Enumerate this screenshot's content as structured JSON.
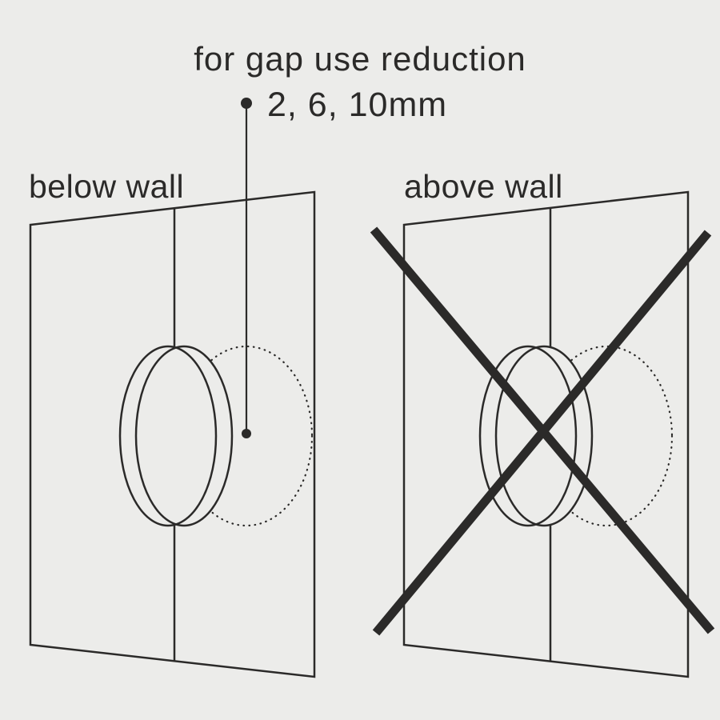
{
  "colors": {
    "ink": "#2b2a29",
    "background": "#ececea"
  },
  "annotation": {
    "line1": "for gap use reduction",
    "line2": "2, 6, 10mm"
  },
  "panels": {
    "left": {
      "label": "below wall"
    },
    "right": {
      "label": "above wall"
    }
  }
}
